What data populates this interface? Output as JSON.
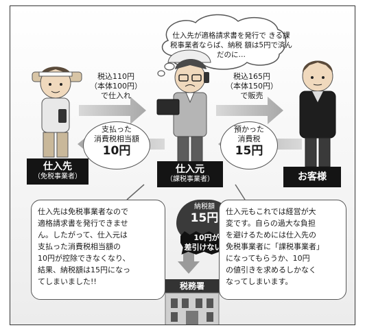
{
  "thought_bubble": "仕入先が適格請求書を発行で\nきる課税事業者ならば、納税\n額は5円で済んだのに…",
  "arrow_purchase": "税込110円\n（本体100円）\nで仕入れ",
  "arrow_sale": "税込165円\n（本体150円）\nで販売",
  "paid_tax": {
    "line1": "支払った",
    "line2": "消費税相当額",
    "amount": "10円"
  },
  "received_tax": {
    "line1": "預かった",
    "line2": "消費税",
    "amount": "15円"
  },
  "supplier": {
    "name": "仕入先",
    "sub": "（免税事業者）"
  },
  "buyer": {
    "name": "仕入元",
    "sub": "（課税事業者）"
  },
  "customer": {
    "name": "お客様"
  },
  "tax_badge": {
    "label": "納税額",
    "amount": "15円"
  },
  "stamp": "10円が\n差引けない!!",
  "tax_office": "税務署",
  "left_explanation": "仕入先は免税事業者なので\n適格請求書を発行できませ\nん。したがって、仕入元は\n支払った消費税相当額の\n10円が控除できなくなり、\n結果、納税額は15円になっ\nてしまいました!!",
  "right_explanation": "仕入元もこれでは経営が大\n変です。自らの過大な負担\nを避けるためには仕入先の\n免税事業者に「課税事業者」\nになってもらうか、10円\nの値引きを求めるしかなく\nなってしまいます。"
}
